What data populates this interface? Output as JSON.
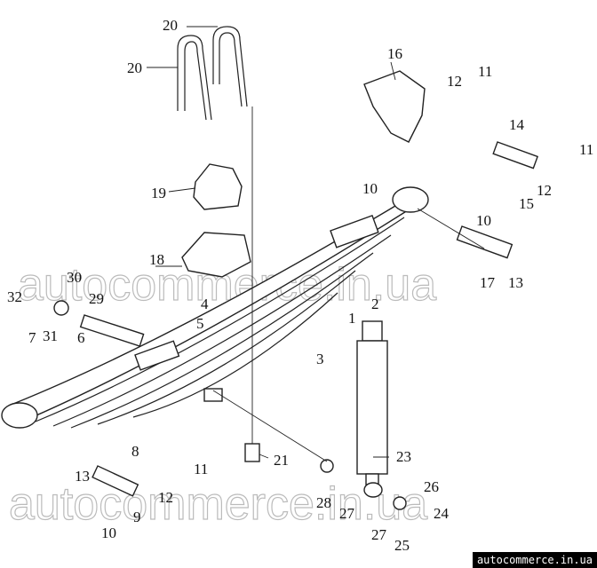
{
  "diagram": {
    "title": "Rear leaf spring suspension assembly",
    "callouts": [
      "20",
      "20",
      "16",
      "12",
      "11",
      "14",
      "11",
      "10",
      "12",
      "15",
      "10",
      "19",
      "18",
      "17",
      "13",
      "30",
      "32",
      "29",
      "2",
      "4",
      "1",
      "31",
      "5",
      "7",
      "6",
      "3",
      "8",
      "23",
      "21",
      "11",
      "13",
      "12",
      "28",
      "26",
      "9",
      "27",
      "24",
      "10",
      "27",
      "25"
    ]
  },
  "watermarks": {
    "middle": "autocommerce.in.ua",
    "bottom": "autocommerce.in.ua",
    "badge": "autocommerce.in.ua"
  }
}
